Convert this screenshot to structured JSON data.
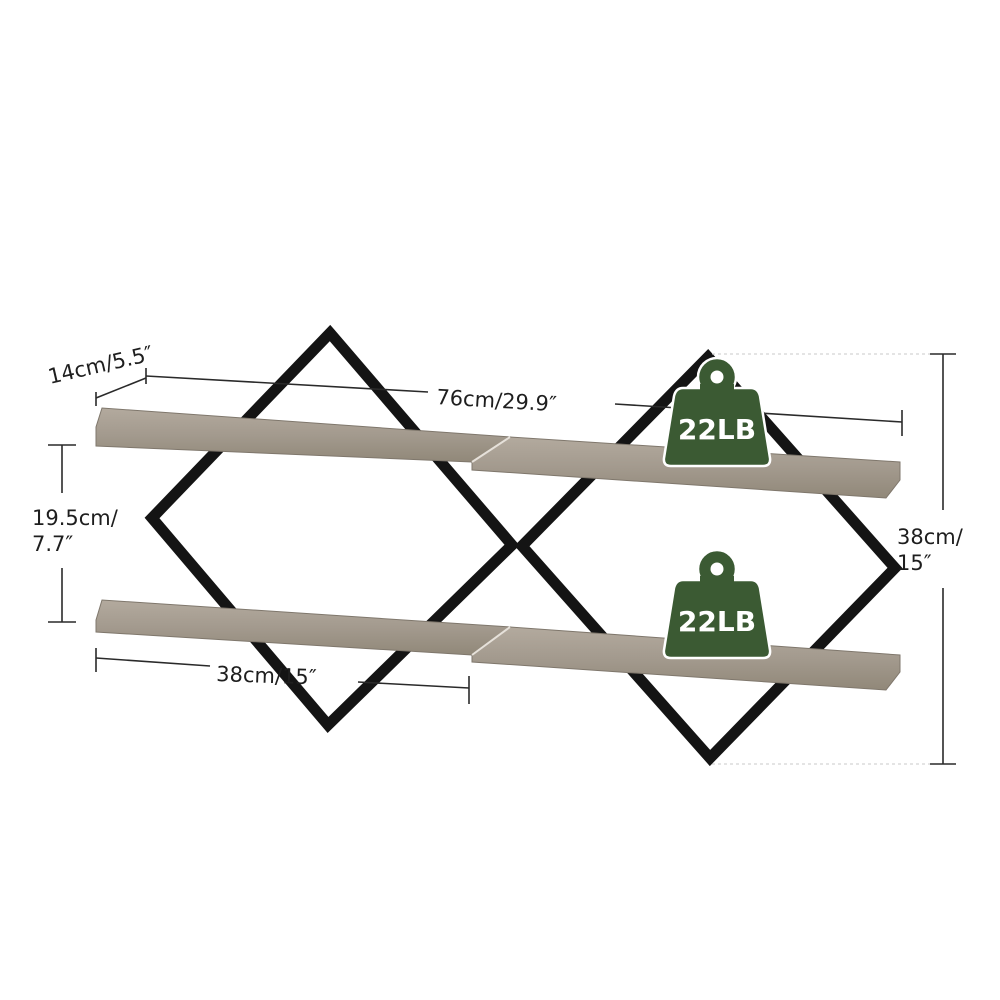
{
  "dimensions": {
    "depth": "14cm/5.5″",
    "total_width": "76cm/29.9″",
    "shelf_gap_line1": "19.5cm/",
    "shelf_gap_line2": "7.7″",
    "shelf_width": "38cm/15″",
    "total_height_line1": "38cm/",
    "total_height_line2": "15″"
  },
  "load_badges": [
    {
      "label": "22LB"
    },
    {
      "label": "22LB"
    }
  ],
  "colors": {
    "frame": "#141414",
    "wood": "#a89f93",
    "wood_dark": "#8e857a",
    "badge": "#3b5a33",
    "dimension_line": "#2a2a2a"
  },
  "icons": {
    "load_badge": "weight-icon"
  }
}
